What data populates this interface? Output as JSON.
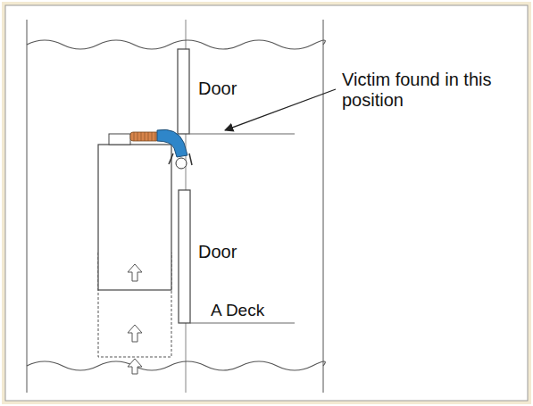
{
  "diagram": {
    "labels": [
      "Door",
      "Door",
      "A Deck",
      "Victim found in this position"
    ]
  }
}
